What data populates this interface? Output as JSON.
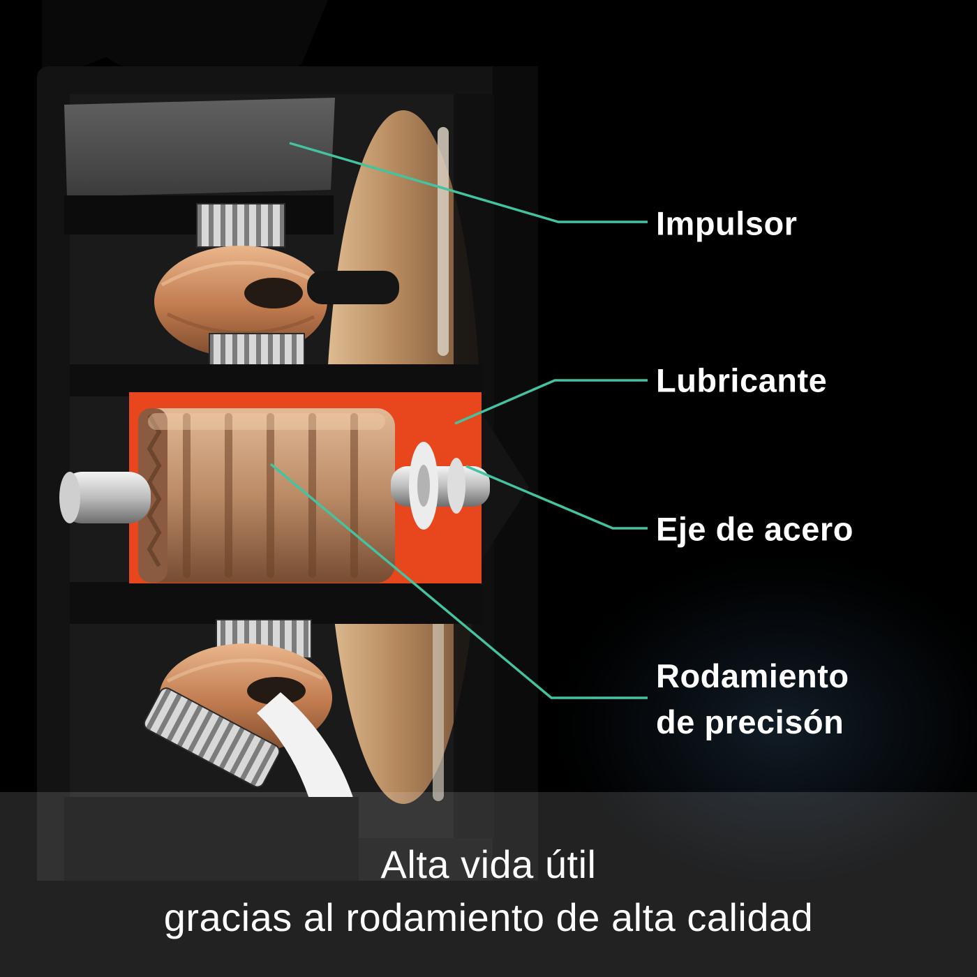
{
  "colors": {
    "background": "#000000",
    "accent_leader_line": "#43c3a0",
    "label_text": "#ffffff",
    "lubricant_orange": "#e8471d",
    "copper_coil": "#c07a4e",
    "impeller_tan": "#b68a5e",
    "caption_band": "#2a2a2a"
  },
  "labels": {
    "impulsor": {
      "text": "Impulsor"
    },
    "lubricante": {
      "text": "Lubricante"
    },
    "eje_acero": {
      "text": "Eje de acero"
    },
    "rodamiento": {
      "line1": "Rodamiento",
      "line2": "de precisón"
    }
  },
  "caption": {
    "line1": "Alta vida útil",
    "line2": "gracias al rodamiento de alta calidad"
  }
}
